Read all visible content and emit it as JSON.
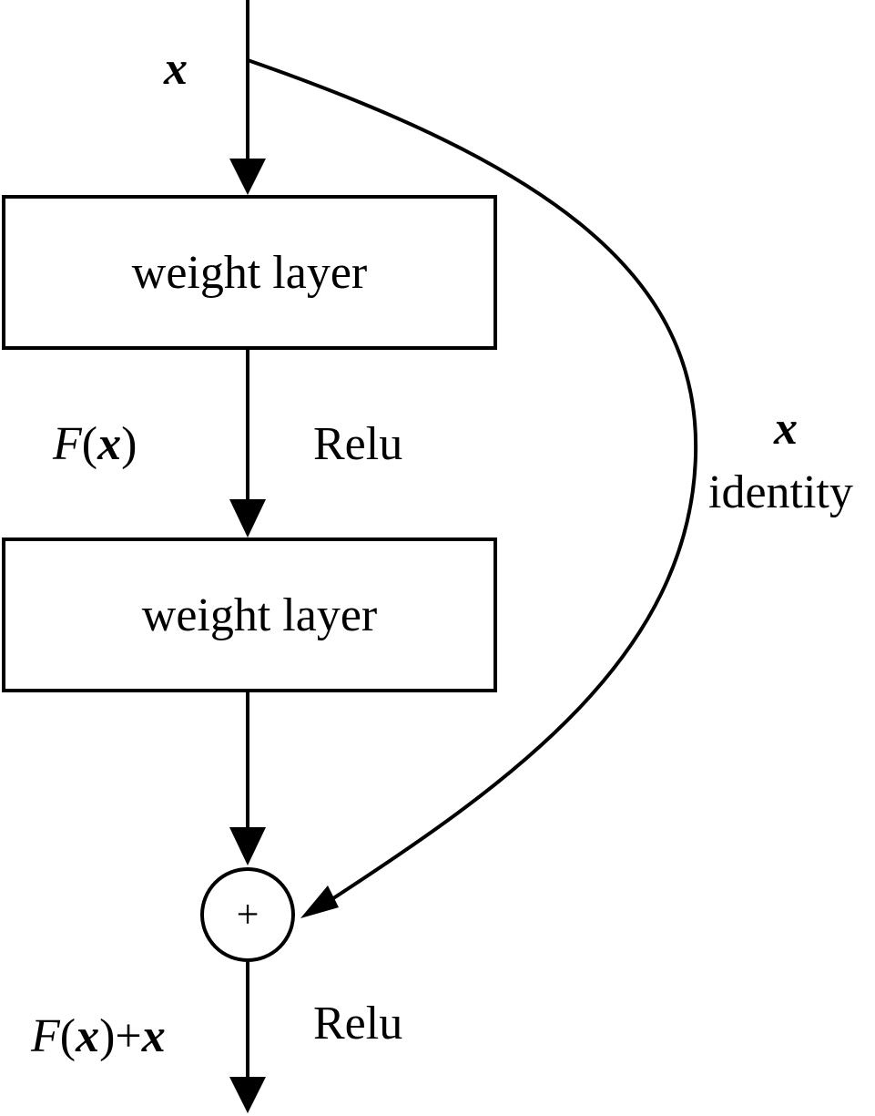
{
  "input": {
    "label": "x"
  },
  "layers": [
    {
      "label": "weight layer"
    },
    {
      "label": "weight layer"
    }
  ],
  "residual": {
    "func": "F",
    "open": "(",
    "var": "x",
    "close": ")"
  },
  "activations": [
    {
      "label": "Relu"
    },
    {
      "label": "Relu"
    }
  ],
  "shortcut": {
    "var": "x",
    "label": "identity"
  },
  "sum": {
    "symbol": "+",
    "func": "F",
    "open": "(",
    "var": "x",
    "close": ")",
    "plus": "+",
    "var2": "x"
  }
}
